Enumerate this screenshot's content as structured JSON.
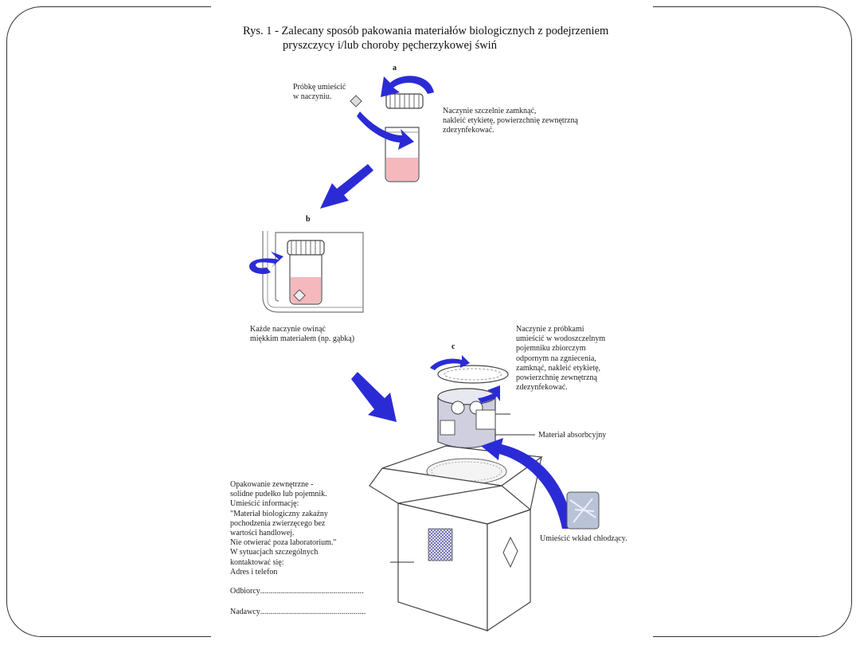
{
  "figure": {
    "title_line1": "Rys. 1 - Zalecany sposób pakowania materiałów biologicznych z podejrzeniem",
    "title_line2": "pryszczycy i/lub choroby pęcherzykowej świń"
  },
  "step_a": {
    "letter": "a",
    "place_sample": [
      "Próbkę umieścić",
      "w naczyniu."
    ],
    "close_vessel": [
      "Naczynie szczelnie zamknąć,",
      "nakleić etykietę, powierzchnię zewnętrzną",
      "zdezynfekować."
    ]
  },
  "step_b": {
    "letter": "b",
    "wrap": [
      "Każde naczynie owinąć",
      "miękkim materiałem (np. gąbką)"
    ]
  },
  "step_c": {
    "letter": "c",
    "collect": [
      "Naczynie z próbkami",
      "umieścić w wodoszczelnym",
      "pojemniku zbiorczym",
      "odpornym na zgniecenia,",
      "zamknąć, nakleić etykietę,",
      "powierzchnię zewnętrzną",
      "zdezynfekować."
    ],
    "absorbent": "Materiał absorbcyjny",
    "cooling": "Umieścić wkład chłodzący."
  },
  "outer_package": {
    "lines": [
      "Opakowanie zewnętrzne -",
      "solidne pudełko lub pojemnik.",
      "Umieścić informację:",
      "\"Materiał biologiczny zakaźny",
      "pochodzenia zwierzęcego bez",
      "wartości handlowej.",
      "Nie otwierać poza laboratorium.\"",
      "W sytuacjach szczególnych",
      "kontaktować się:",
      "Adres i telefon"
    ],
    "recipient": "Odbiorcy",
    "sender": "Nadawcy"
  },
  "colors": {
    "arrow_blue": "#2b2bd6",
    "liquid_pink": "#f5b8bd",
    "frame": "#333333"
  }
}
